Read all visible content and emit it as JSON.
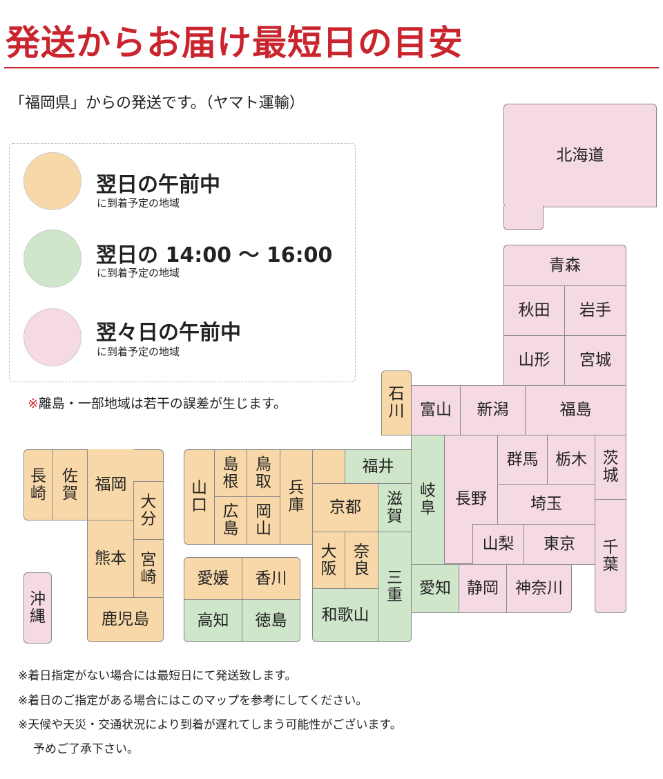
{
  "header": {
    "title": "発送からお届け最短日の目安",
    "subtitle": "「福岡県」からの発送です。（ヤマト運輸）"
  },
  "legend": [
    {
      "main": "翌日の午前中",
      "sub": "に到着予定の地域",
      "color": "#f8d8a8"
    },
    {
      "main": "翌日の 14:00 ～ 16:00",
      "sub": "に到着予定の地域",
      "color": "#cfe6ca"
    },
    {
      "main": "翌々日の午前中",
      "sub": "に到着予定の地域",
      "color": "#f5d9e4"
    }
  ],
  "note": {
    "mark": "※",
    "text": "離島・一部地域は若干の誤差が生じます。"
  },
  "colors": {
    "orange": "#f8d8a8",
    "green": "#cfe6ca",
    "pink": "#f5d9e4",
    "accent": "#c9252f"
  },
  "prefectures": {
    "hokkaido": "北海道",
    "aomori": "青森",
    "akita": "秋田",
    "iwate": "岩手",
    "yamagata": "山形",
    "miyagi": "宮城",
    "ishikawa": "石川",
    "toyama": "富山",
    "niigata": "新潟",
    "fukushima": "福島",
    "gunma": "群馬",
    "tochigi": "栃木",
    "ibaraki": "茨城",
    "nagano": "長野",
    "saitama": "埼玉",
    "gifu": "岐阜",
    "fukui": "福井",
    "yamanashi": "山梨",
    "tokyo": "東京",
    "chiba": "千葉",
    "shiga": "滋賀",
    "kyoto": "京都",
    "hyogo": "兵庫",
    "osaka": "大阪",
    "nara": "奈良",
    "mie": "三重",
    "aichi": "愛知",
    "shizuoka": "静岡",
    "kanagawa": "神奈川",
    "wakayama": "和歌山",
    "yamaguchi": "山口",
    "shimane": "島根",
    "tottori": "鳥取",
    "hiroshima": "広島",
    "okayama": "岡山",
    "ehime": "愛媛",
    "kagawa": "香川",
    "kochi": "高知",
    "tokushima": "徳島",
    "nagasaki": "長崎",
    "saga": "佐賀",
    "fukuoka": "福岡",
    "oita": "大分",
    "kumamoto": "熊本",
    "miyazaki": "宮崎",
    "kagoshima": "鹿児島",
    "okinawa": "沖縄"
  },
  "footer": [
    "※着日指定がない場合には最短日にて発送致します。",
    "※着日のご指定がある場合にはこのマップを参考にしてください。",
    "※天候や天災・交通状況により到着が遅れてしまう可能性がございます。",
    "予めご了承下さい。"
  ]
}
